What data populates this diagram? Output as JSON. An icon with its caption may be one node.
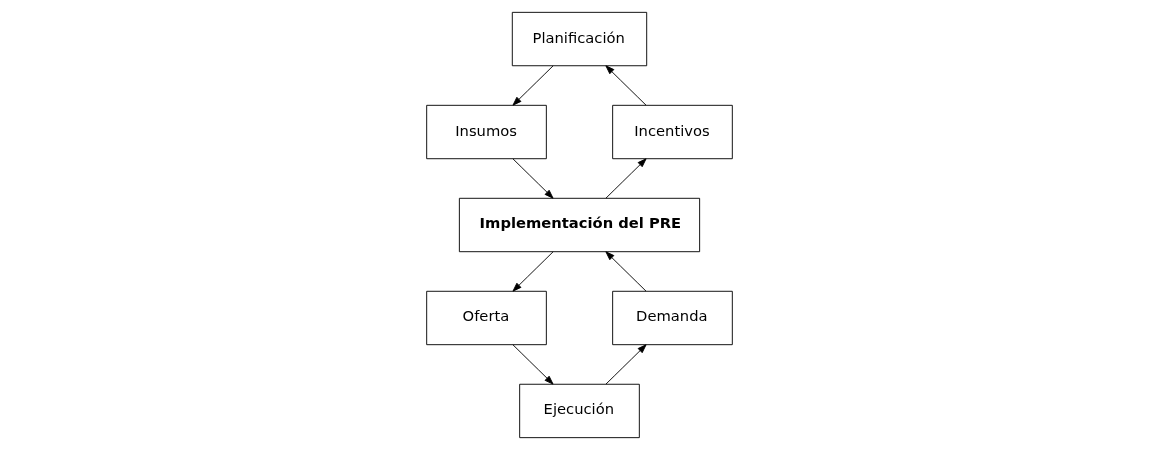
{
  "diagram": {
    "nodes": [
      {
        "text": [
          "Planificación"
        ]
      },
      {
        "text": [
          "Insumos"
        ]
      },
      {
        "text": [
          "Incentivos"
        ]
      },
      {
        "text": [
          "Implementación del PRE"
        ]
      },
      {
        "text": [
          "Oferta"
        ]
      },
      {
        "text": [
          "Demanda"
        ]
      },
      {
        "text": [
          "Ejecución"
        ]
      }
    ],
    "edges": [
      {
        "from": 2,
        "to": 0,
        "arrow": "to"
      },
      {
        "from": 0,
        "to": 1,
        "arrow": "to"
      },
      {
        "from": 1,
        "to": 3,
        "arrow": "to"
      },
      {
        "from": 3,
        "to": 2,
        "arrow": "to"
      },
      {
        "from": 3,
        "to": 4,
        "arrow": "to"
      },
      {
        "from": 4,
        "to": 6,
        "arrow": "to"
      },
      {
        "from": 6,
        "to": 5,
        "arrow": "to"
      },
      {
        "from": 5,
        "to": 3,
        "arrow": "to"
      }
    ]
  }
}
